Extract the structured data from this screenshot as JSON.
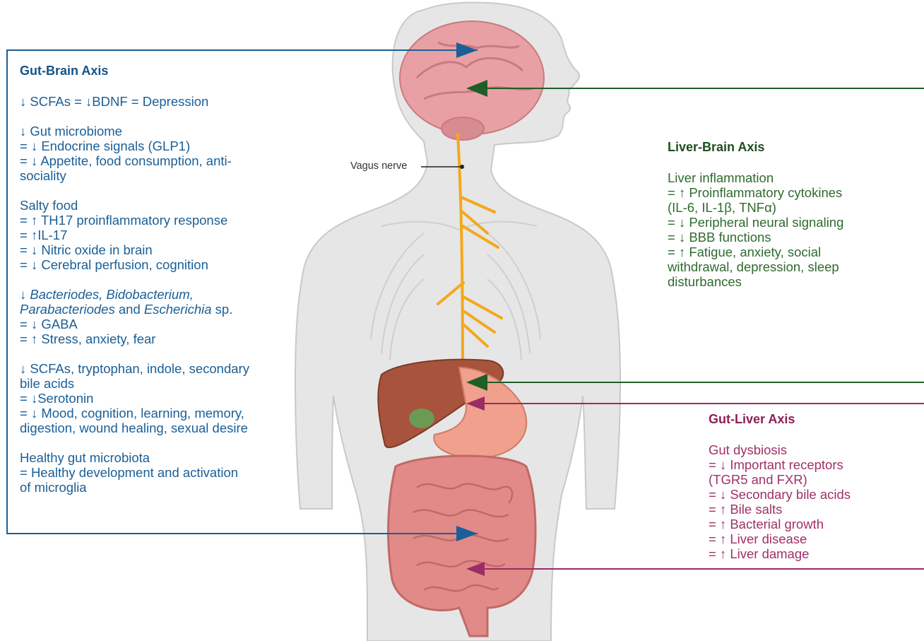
{
  "vagus_label": "Vagus nerve",
  "gut_brain": {
    "title": "Gut-Brain Axis",
    "l1": "↓ SCFAs = ↓BDNF = Depression",
    "l2": "↓ Gut microbiome",
    "l3": "= ↓ Endocrine signals (GLP1)",
    "l4": "= ↓ Appetite, food consumption, anti-",
    "l5": "sociality",
    "l6": "Salty food",
    "l7": "= ↑ TH17 proinflammatory response",
    "l8": "= ↑IL-17",
    "l9": "= ↓ Nitric oxide in brain",
    "l10": "= ↓ Cerebral perfusion, cognition",
    "l11a": "↓ ",
    "l11b": "Bacteriodes, Bidobacterium,",
    "l12a": "Parabacteriodes",
    "l12b": " and ",
    "l12c": "Escherichia",
    "l12d": " sp.",
    "l13": "= ↓ GABA",
    "l14": "= ↑ Stress, anxiety, fear",
    "l15": "↓ SCFAs, tryptophan, indole, secondary",
    "l16": "bile acids",
    "l17": "= ↓Serotonin",
    "l18": "= ↓ Mood, cognition, learning, memory,",
    "l19": "digestion, wound healing, sexual desire",
    "l20": "Healthy gut microbiota",
    "l21": "= Healthy development and activation",
    "l22": "of microglia"
  },
  "liver_brain": {
    "title": "Liver-Brain Axis",
    "l1": "Liver inflammation",
    "l2": "= ↑ Proinflammatory cytokines",
    "l3": "(IL-6, IL-1β, TNFα)",
    "l4": "= ↓ Peripheral neural signaling",
    "l5": "= ↓ BBB functions",
    "l6": "= ↑ Fatigue, anxiety, social",
    "l7": "withdrawal, depression, sleep",
    "l8": "disturbances"
  },
  "gut_liver": {
    "title": "Gut-Liver Axis",
    "l1": "Gut dysbiosis",
    "l2": "= ↓ Important receptors",
    "l3": "(TGR5 and FXR)",
    "l4": "= ↓ Secondary bile acids",
    "l5": "= ↑ Bile salts",
    "l6": "= ↑ Bacterial growth",
    "l7": "= ↑ Liver disease",
    "l8": "= ↑ Liver damage"
  },
  "colors": {
    "gut_brain": "#1a5f97",
    "liver_brain": "#1f5e26",
    "gut_liver": "#9b2c66",
    "nerve": "#f4a81d",
    "skin": "#e6e6e6"
  }
}
